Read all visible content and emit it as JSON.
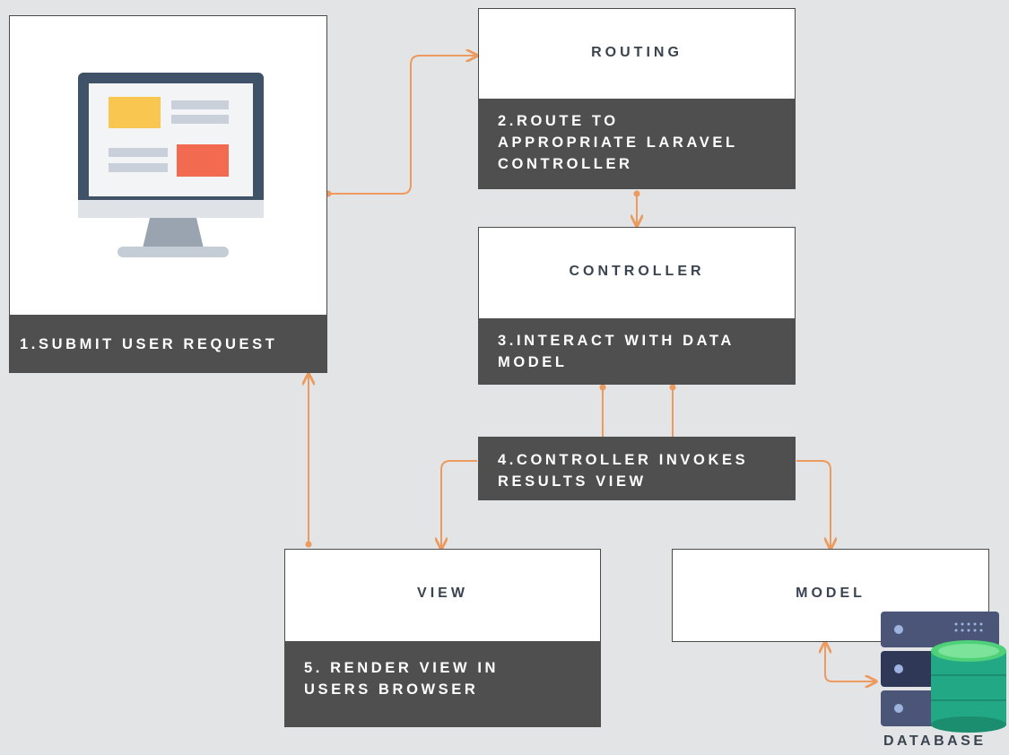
{
  "colors": {
    "background": "#e3e4e6",
    "dark_panel": "#4f4f4f",
    "connector": "#ec9a5e"
  },
  "nodes": {
    "client": {
      "step": "1.SUBMIT USER REQUEST",
      "icon": "desktop-monitor-icon"
    },
    "routing": {
      "title": "ROUTING",
      "step": "2.ROUTE TO\nAPPROPRIATE LARAVEL\nCONTROLLER"
    },
    "controller": {
      "title": "CONTROLLER",
      "step": "3.INTERACT WITH DATA\nMODEL"
    },
    "invokes": {
      "step": "4.CONTROLLER INVOKES\nRESULTS VIEW"
    },
    "view": {
      "title": "VIEW",
      "step": "5. RENDER VIEW IN\nUSERS BROWSER"
    },
    "model": {
      "title": "MODEL"
    },
    "database": {
      "label": "DATABASE",
      "icon": "database-server-icon"
    }
  }
}
